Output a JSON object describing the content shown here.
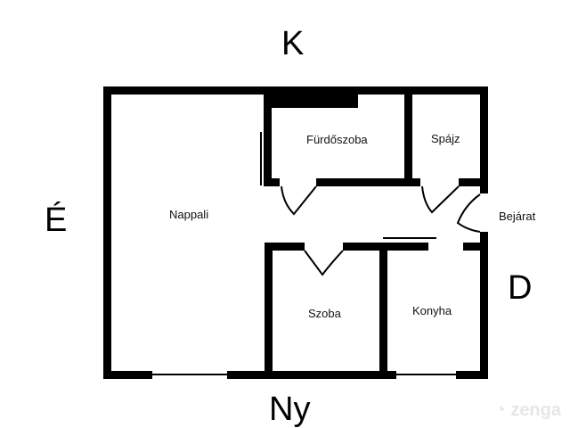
{
  "directions": {
    "north": "K",
    "west": "É",
    "east": "D",
    "south": "Ny"
  },
  "rooms": [
    {
      "name": "Nappali"
    },
    {
      "name": "Fürdőszoba"
    },
    {
      "name": "Spájz"
    },
    {
      "name": "Bejárat"
    },
    {
      "name": "Szoba"
    },
    {
      "name": "Konyha"
    }
  ],
  "watermark": "zenga"
}
